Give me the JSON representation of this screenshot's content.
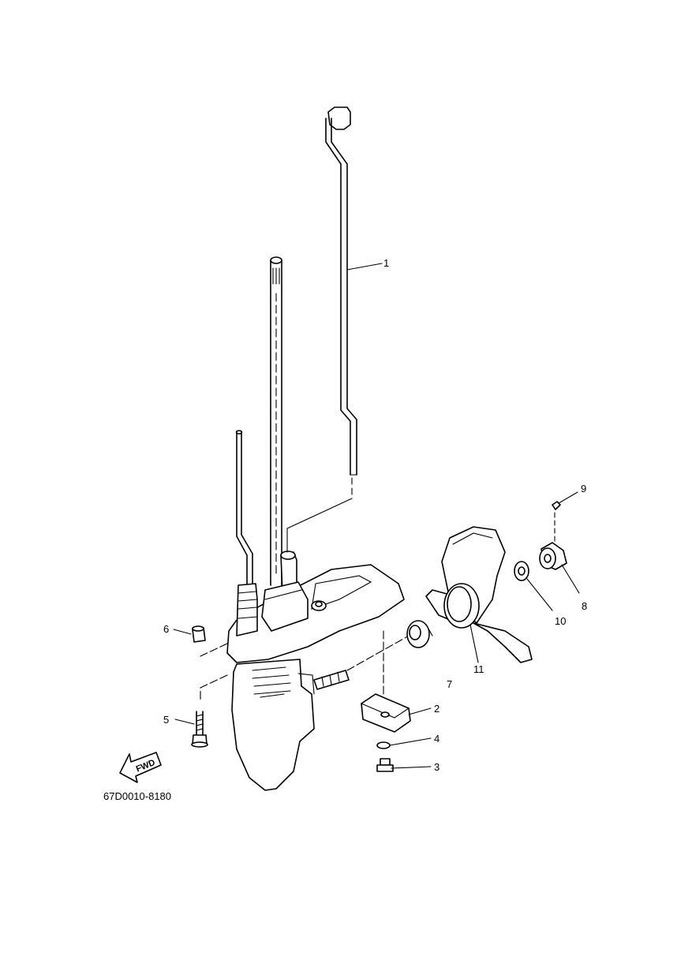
{
  "callouts": {
    "c1": "1",
    "c2": "2",
    "c3": "3",
    "c4": "4",
    "c5": "5",
    "c6": "6",
    "c7": "7",
    "c8": "8",
    "c9": "9",
    "c10": "10",
    "c11": "11"
  },
  "fwd_label": "FWD",
  "diagram_code": "67D0010-8180"
}
